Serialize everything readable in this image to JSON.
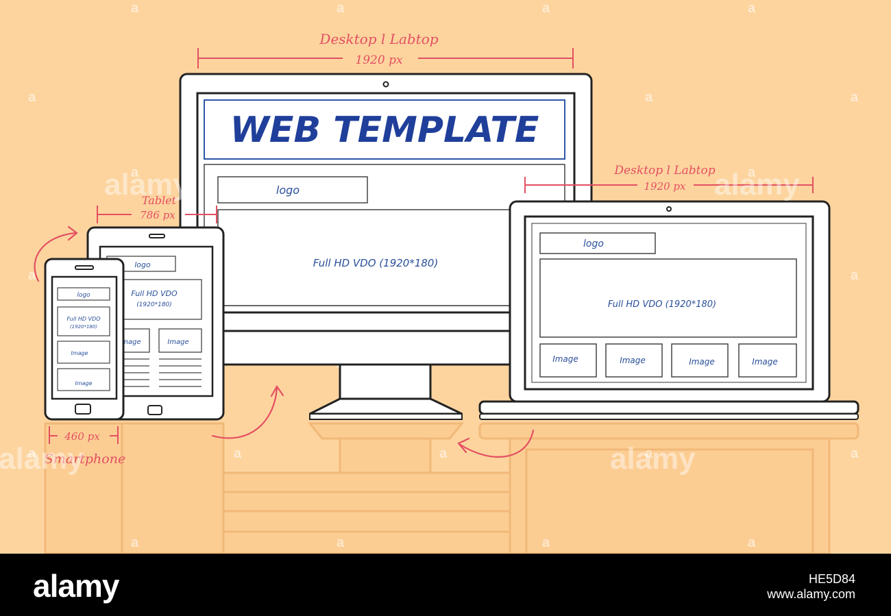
{
  "title": "WEB TEMPLATE",
  "desktop": {
    "dimension_label": "Desktop l Labtop",
    "width_label": "1920 px",
    "logo": "logo",
    "video": "Full HD VDO (1920*180)"
  },
  "laptop": {
    "dimension_label": "Desktop l Labtop",
    "width_label": "1920 px",
    "logo": "logo",
    "video": "Full HD VDO (1920*180)",
    "images": [
      "Image",
      "Image",
      "Image",
      "Image"
    ]
  },
  "tablet": {
    "dimension_label": "Tablet",
    "width_label": "786 px",
    "logo": "logo",
    "video_line1": "Full HD VDO",
    "video_line2": "(1920*180)",
    "images": [
      "Image",
      "Image"
    ]
  },
  "smartphone": {
    "dimension_label": "Smartphone",
    "width_label": "460 px",
    "logo": "logo",
    "video_line1": "Full HD VDO",
    "video_line2": "(1920*180)",
    "images": [
      "Image",
      "Image"
    ]
  },
  "watermark": "alamy",
  "footer": {
    "logo": "alamy",
    "image_id": "HE5D84",
    "site": "www.alamy.com"
  },
  "colors": {
    "background": "#fdd49e",
    "annotation": "#e34f62",
    "sketch_text": "#2a4f9a",
    "outline": "#222222"
  }
}
